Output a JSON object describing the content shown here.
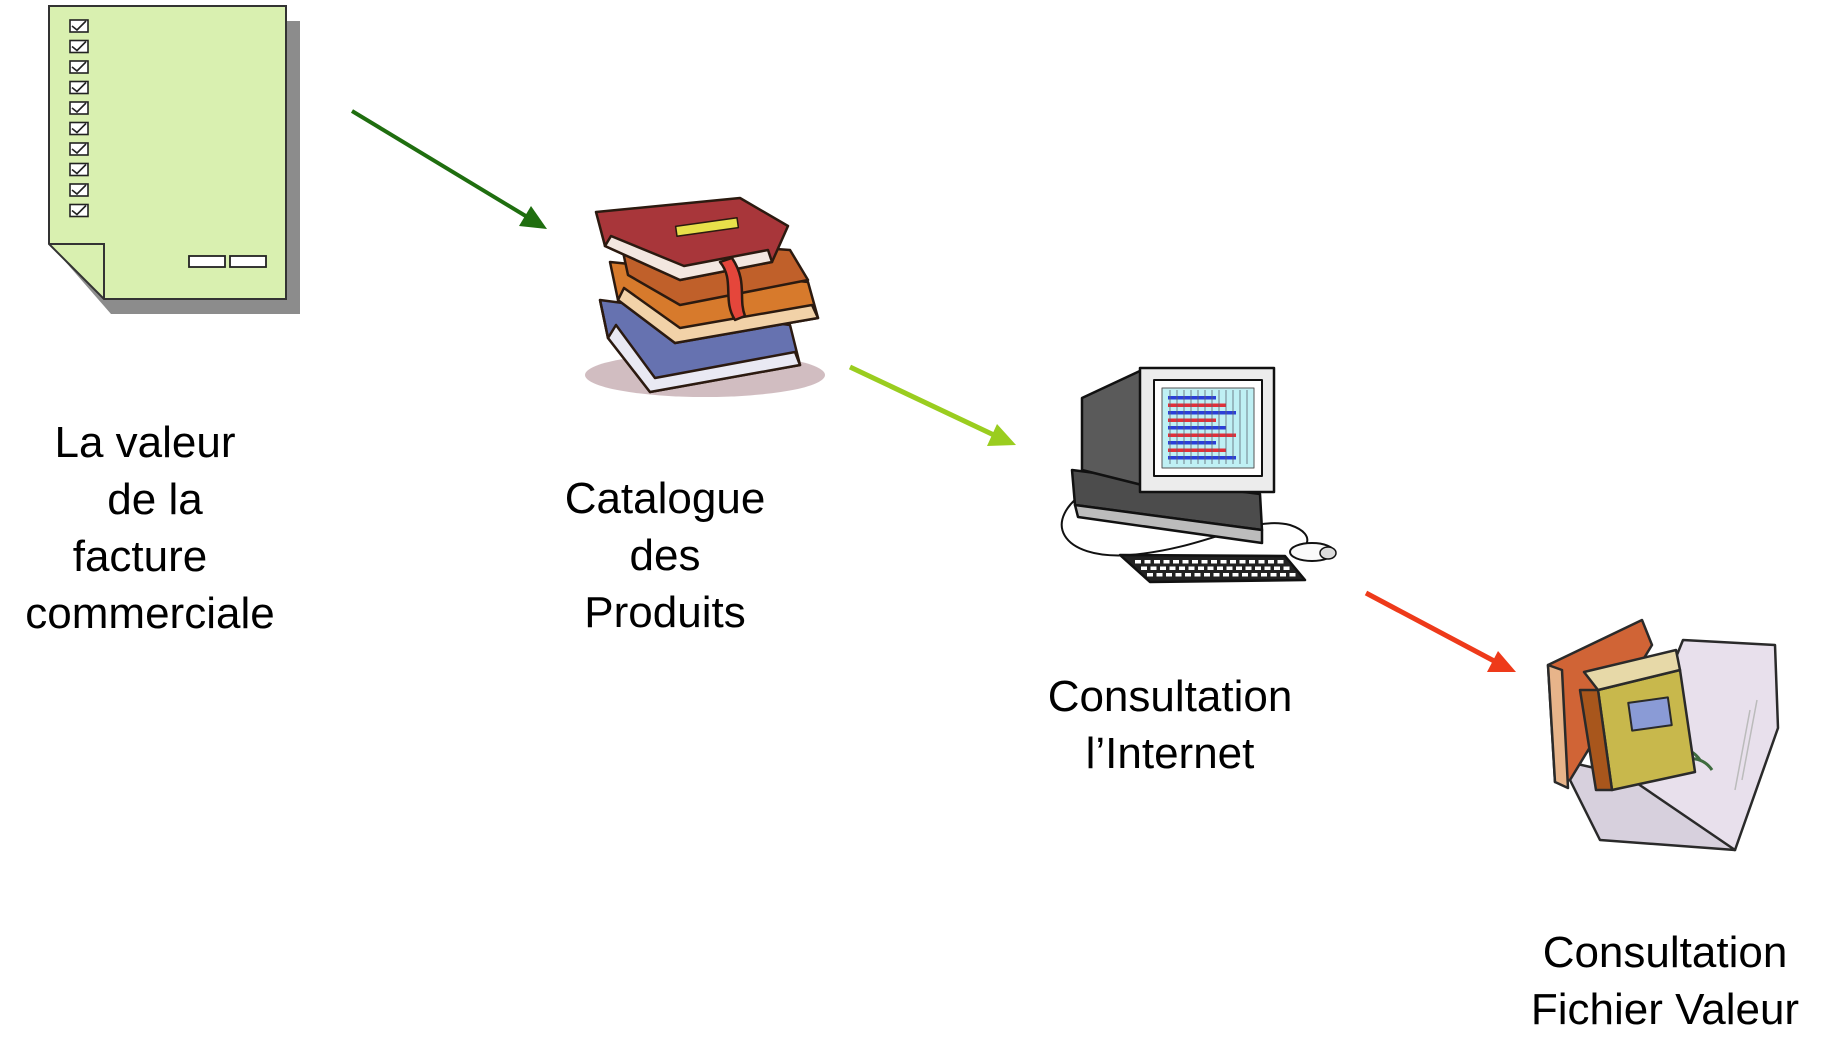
{
  "diagram": {
    "nodes": [
      {
        "id": "invoice",
        "icon": "checklist-document-icon",
        "lines": [
          "La valeur",
          "de la",
          "facture",
          "commerciale"
        ]
      },
      {
        "id": "catalogue",
        "icon": "book-stack-icon",
        "lines": [
          "Catalogue",
          "des",
          "Produits"
        ]
      },
      {
        "id": "internet",
        "icon": "desktop-computer-icon",
        "lines": [
          "Consultation",
          "l’Internet"
        ]
      },
      {
        "id": "file",
        "icon": "binder-folder-icon",
        "lines": [
          "Consultation",
          "Fichier Valeur"
        ]
      }
    ],
    "arrows": [
      {
        "from": "invoice",
        "to": "catalogue",
        "color": "#1f6e0f"
      },
      {
        "from": "catalogue",
        "to": "internet",
        "color": "#9acd1f"
      },
      {
        "from": "internet",
        "to": "file",
        "color": "#ee3a1a"
      }
    ]
  }
}
